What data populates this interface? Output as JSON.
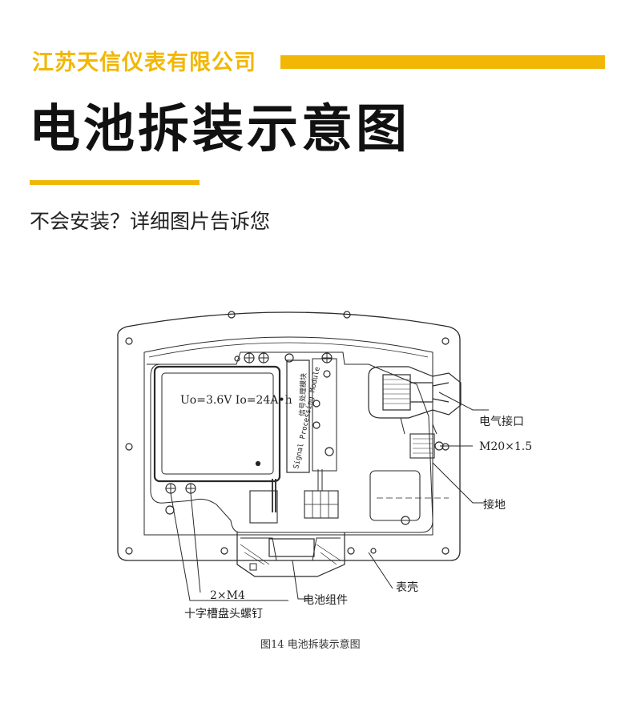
{
  "header": {
    "company": "江苏天信仪表有限公司",
    "title": "电池拆装示意图",
    "subtitle": "不会安装？详细图片告诉您"
  },
  "diagram": {
    "battery_spec": "Uo=3.6V  Io=24A•h",
    "module_text": "Signal Processing Module",
    "module_text_cn": "信号处理模块",
    "labels": {
      "electrical_port": "电气接口",
      "thread": "M20×1.5",
      "ground": "接地",
      "housing": "表壳",
      "battery_assembly": "电池组件",
      "screw_count": "2×M4",
      "screw_type": "十字槽盘头螺钉"
    },
    "caption": "图14 电池拆装示意图"
  },
  "colors": {
    "accent": "#f2b705",
    "line": "#2a2a2a"
  }
}
